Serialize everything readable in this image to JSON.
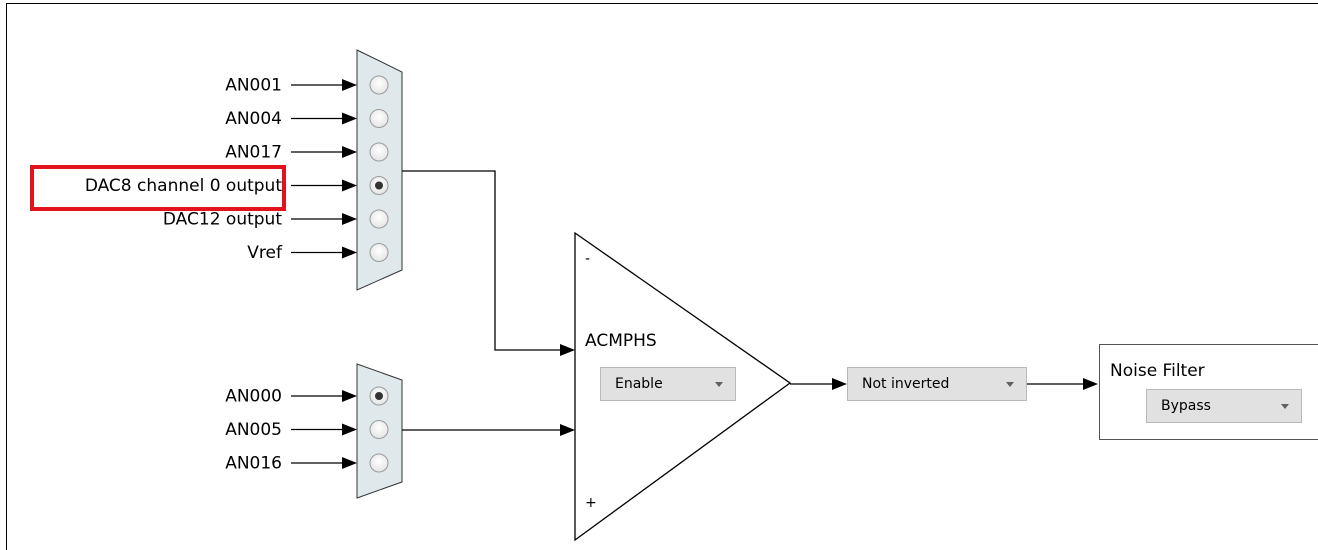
{
  "mux_top": {
    "inputs": [
      {
        "label": "AN001",
        "selected": false
      },
      {
        "label": "AN004",
        "selected": false
      },
      {
        "label": "AN017",
        "selected": false
      },
      {
        "label": "DAC8 channel 0 output",
        "selected": true,
        "highlighted": true
      },
      {
        "label": "DAC12 output",
        "selected": false
      },
      {
        "label": "Vref",
        "selected": false
      }
    ]
  },
  "mux_bottom": {
    "inputs": [
      {
        "label": "AN000",
        "selected": true
      },
      {
        "label": "AN005",
        "selected": false
      },
      {
        "label": "AN016",
        "selected": false
      }
    ]
  },
  "comparator": {
    "title": "ACMPHS",
    "minus_sign": "-",
    "plus_sign": "+",
    "enable_dropdown": {
      "value": "Enable"
    }
  },
  "polarity_dropdown": {
    "value": "Not inverted"
  },
  "noise_filter": {
    "title": "Noise Filter",
    "dropdown": {
      "value": "Bypass"
    }
  },
  "colors": {
    "highlight": "#e3131d",
    "mux_fill": "#dfe8ea",
    "dropdown_bg": "#e1e1e1"
  }
}
